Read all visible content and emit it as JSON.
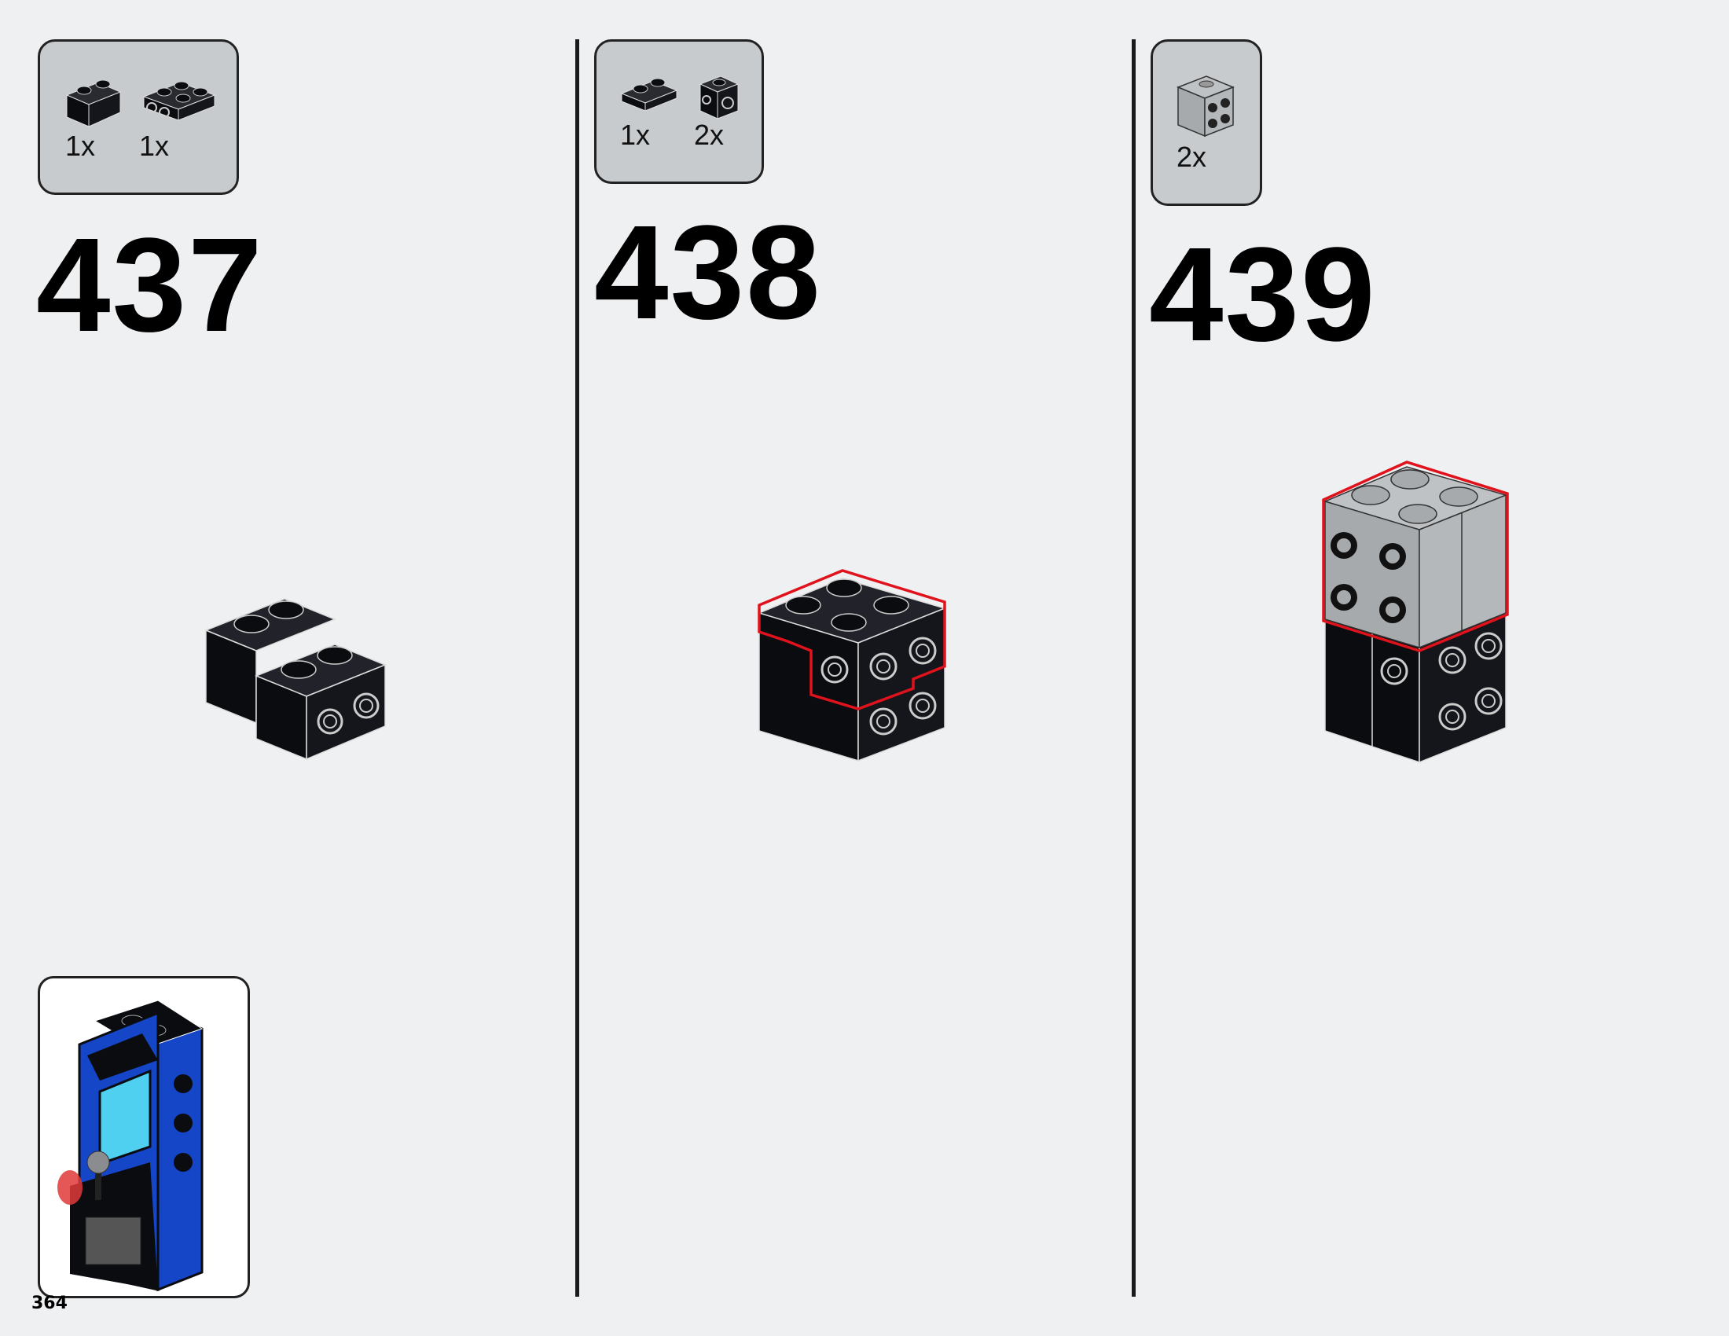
{
  "page_number": "364",
  "steps": [
    {
      "number": "437",
      "parts": [
        {
          "qty": "1x",
          "icon": "brick-1x2-icon"
        },
        {
          "qty": "1x",
          "icon": "bracket-plate-icon"
        }
      ]
    },
    {
      "number": "438",
      "parts": [
        {
          "qty": "1x",
          "icon": "plate-1x2-icon"
        },
        {
          "qty": "2x",
          "icon": "side-stud-brick-icon"
        }
      ]
    },
    {
      "number": "439",
      "parts": [
        {
          "qty": "2x",
          "icon": "grey-side-stud-brick-icon"
        }
      ]
    }
  ],
  "colors": {
    "background": "#eef0f2",
    "parts_box": "#c8cbce",
    "brick_black": "#0b0c10",
    "brick_grey": "#a7aaad",
    "highlight_red": "#e0121c",
    "arcade_blue": "#1546c8",
    "arcade_screen": "#4fd0f0"
  }
}
